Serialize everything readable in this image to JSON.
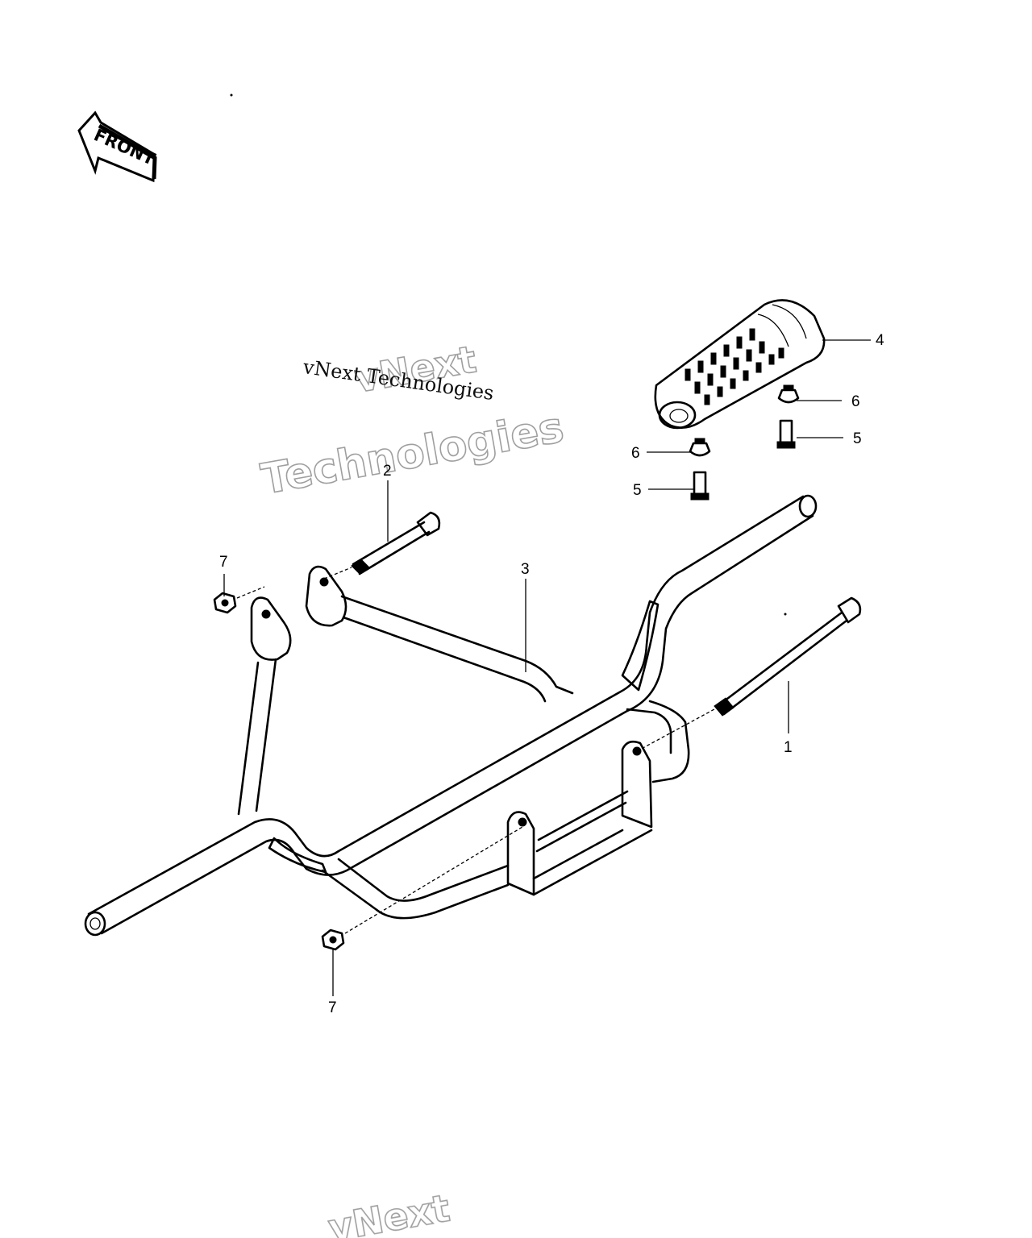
{
  "front_arrow": {
    "label": "FRONT",
    "icon": "front-arrow-icon"
  },
  "watermarks": {
    "outline_top": [
      "vNext",
      "Technologies"
    ],
    "plain": "vNext Technologies",
    "outline_bottom": "vNext",
    "color": "#9a9a9a"
  },
  "callouts": {
    "c1": "1",
    "c2": "2",
    "c3": "3",
    "c4": "4",
    "c5a": "5",
    "c5b": "5",
    "c6a": "6",
    "c6b": "6",
    "c7a": "7",
    "c7b": "7"
  },
  "parts": [
    {
      "ref": "1",
      "icon": "long-bolt-icon"
    },
    {
      "ref": "2",
      "icon": "bolt-icon"
    },
    {
      "ref": "3",
      "icon": "footrest-bar-icon"
    },
    {
      "ref": "4",
      "icon": "footpeg-rubber-icon"
    },
    {
      "ref": "5",
      "icon": "small-bolt-icon"
    },
    {
      "ref": "6",
      "icon": "collar-icon"
    },
    {
      "ref": "7",
      "icon": "nut-icon"
    }
  ]
}
